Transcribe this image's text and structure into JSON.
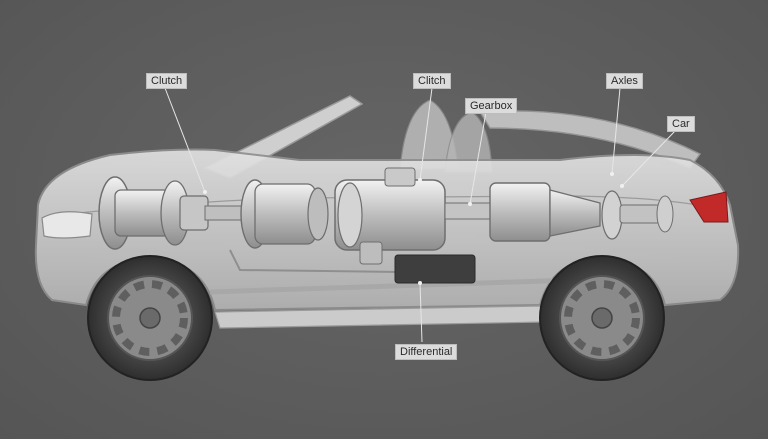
{
  "callouts": {
    "clutch_left": "Clutch",
    "clutch_center": "Clitch",
    "gearbox": "Gearbox",
    "axles": "Axles",
    "car": "Car",
    "differential": "Differential"
  },
  "colors": {
    "background": "#5f5f5f",
    "body_light": "#d8d8d8",
    "body_mid": "#b9b9b9",
    "machinery": "#cfcfcf",
    "tire": "#3e3e3e",
    "tail_light": "#c22a2a",
    "label_bg": "#dcdcdc"
  }
}
